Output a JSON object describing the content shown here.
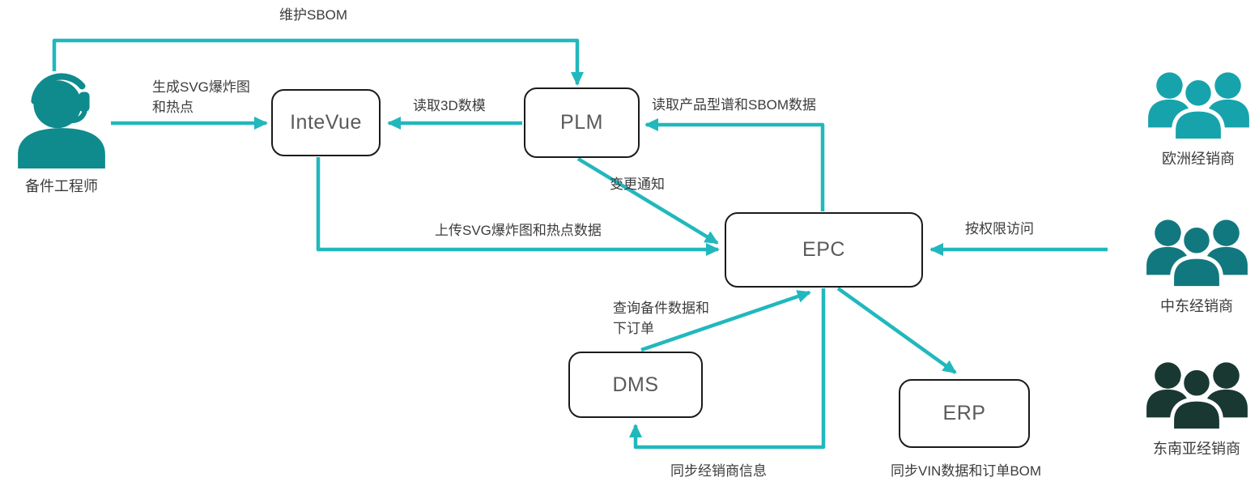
{
  "diagram": {
    "type": "system-integration-flow",
    "nodes": [
      {
        "id": "intevue",
        "label": "InteVue"
      },
      {
        "id": "plm",
        "label": "PLM"
      },
      {
        "id": "epc",
        "label": "EPC"
      },
      {
        "id": "dms",
        "label": "DMS"
      },
      {
        "id": "erp",
        "label": "ERP"
      }
    ],
    "actors": [
      {
        "id": "engineer",
        "label": "备件工程师",
        "icon": "headset-person-icon",
        "color": "#0f8b8d"
      },
      {
        "id": "europe",
        "label": "欧洲经销商",
        "icon": "people-group-icon",
        "color": "#17a3ac"
      },
      {
        "id": "mideast",
        "label": "中东经销商",
        "icon": "people-group-icon",
        "color": "#12787f"
      },
      {
        "id": "sea",
        "label": "东南亚经销商",
        "icon": "people-group-icon",
        "color": "#193832"
      }
    ],
    "edges": [
      {
        "from": "备件工程师",
        "to": "PLM",
        "label": "维护SBOM"
      },
      {
        "from": "备件工程师",
        "to": "InteVue",
        "label": "生成SVG爆炸图和热点",
        "lines": [
          "生成SVG爆炸图",
          "和热点"
        ]
      },
      {
        "from": "PLM",
        "to": "InteVue",
        "label": "读取3D数模"
      },
      {
        "from": "EPC",
        "to": "PLM",
        "label": "读取产品型谱和SBOM数据"
      },
      {
        "from": "PLM",
        "to": "EPC",
        "label": "变更通知"
      },
      {
        "from": "InteVue",
        "to": "EPC",
        "label": "上传SVG爆炸图和热点数据"
      },
      {
        "from": "中东经销商",
        "to": "EPC",
        "label": "按权限访问"
      },
      {
        "from": "DMS",
        "to": "EPC",
        "label": "查询备件数据和下订单",
        "lines": [
          "查询备件数据和",
          "下订单"
        ]
      },
      {
        "from": "EPC",
        "to": "DMS",
        "label": "同步经销商信息"
      },
      {
        "from": "EPC",
        "to": "ERP",
        "label": "同步VIN数据和订单BOM"
      }
    ],
    "colors": {
      "line": "#21b8bd",
      "box_border": "#1b1b1b",
      "box_text": "#5a5a5a",
      "label_text": "#3c3c3c",
      "engineer": "#0f8b8d",
      "europe": "#17a3ac",
      "mideast": "#12787f",
      "sea": "#193832"
    }
  }
}
